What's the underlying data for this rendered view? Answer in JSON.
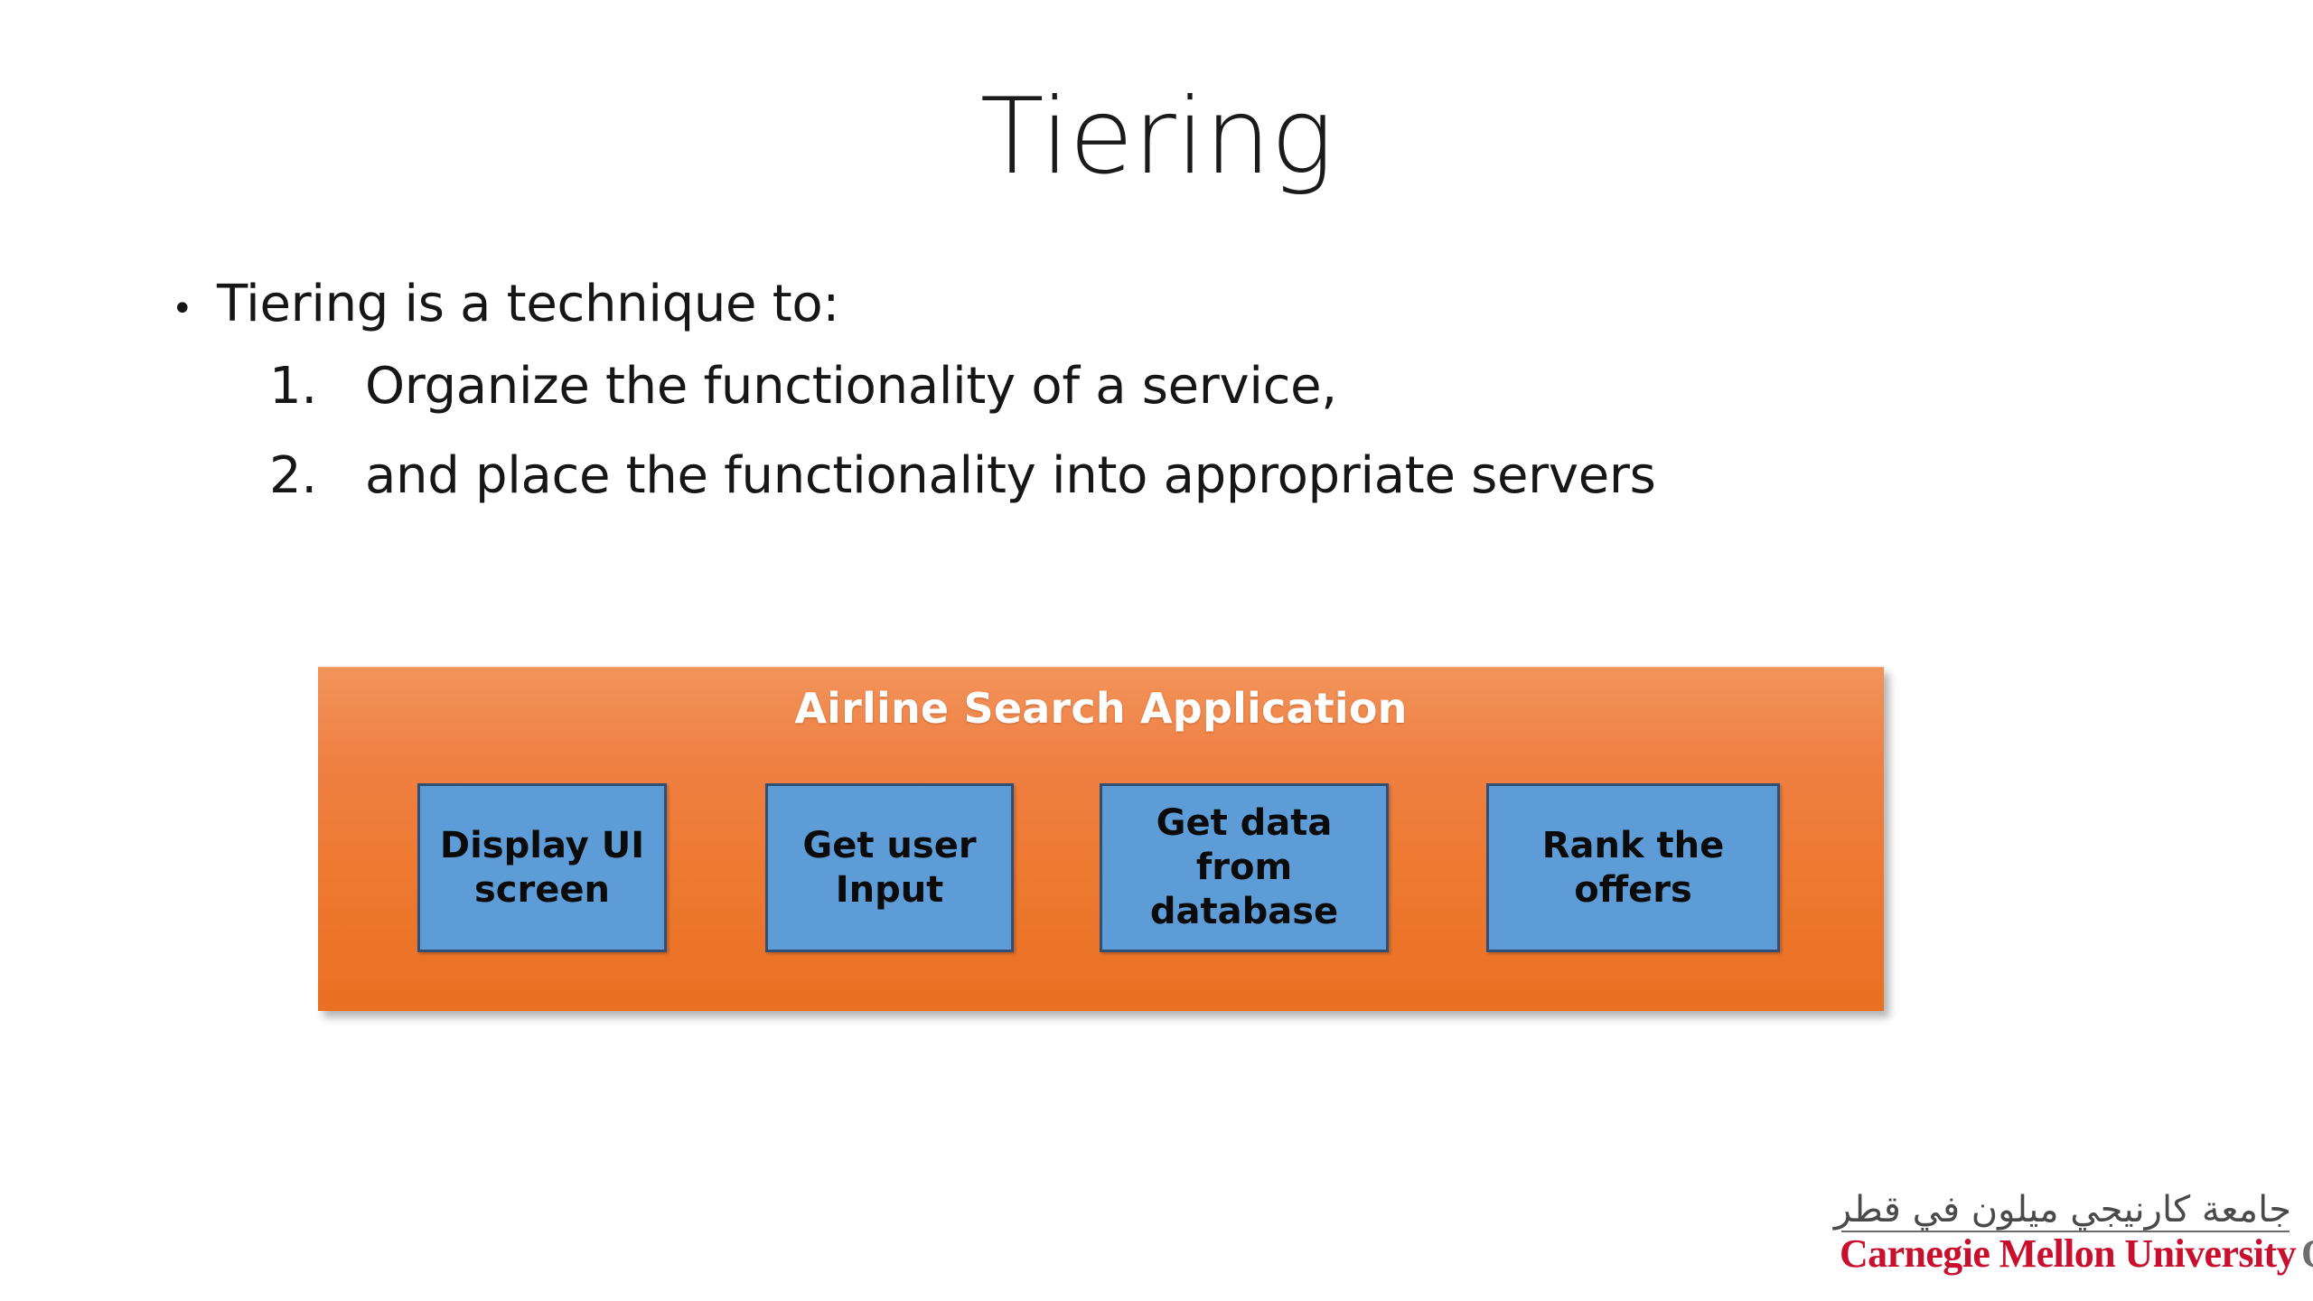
{
  "slide": {
    "title": "Tiering",
    "background_color": "#ffffff"
  },
  "body": {
    "bullet": {
      "marker": "•",
      "text": "Tiering is a technique to:"
    },
    "numbered_items": [
      {
        "marker": "1.",
        "text": "Organize the functionality of a service,"
      },
      {
        "marker": "2.",
        "text": "and place the functionality into appropriate servers"
      }
    ]
  },
  "diagram": {
    "type": "container-with-components",
    "title": "Airline Search Application",
    "container_color_top": "#f2935a",
    "container_color_bottom": "#ea7022",
    "component_fill": "#5d9cd6",
    "component_border": "#2f4f74",
    "components": [
      {
        "label": "Display UI\nscreen"
      },
      {
        "label": "Get user\nInput"
      },
      {
        "label": "Get data from\ndatabase"
      },
      {
        "label": "Rank the\noffers"
      }
    ]
  },
  "logo": {
    "arabic": "جامعة كارنيجي ميلون في قطر",
    "english_primary": "Carnegie Mellon University",
    "english_secondary": "Qatar",
    "primary_color": "#c8102e",
    "secondary_color": "#6d6d6d"
  }
}
